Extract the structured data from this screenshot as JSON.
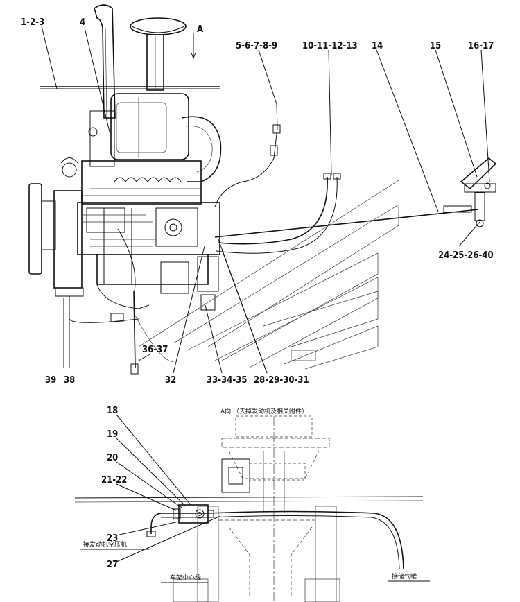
{
  "view_label": "A",
  "view_caption": "A向 （去掉发动机及相关附件）",
  "labels": {
    "l_1_2_3": "1-2-3",
    "l_4": "4",
    "l_5_9": "5-6-7-8-9",
    "l_10_13": "10-11-12-13",
    "l_14": "14",
    "l_15": "15",
    "l_16_17": "16-17",
    "l_24_40": "24-25-26-40",
    "l_39": "39",
    "l_38": "38",
    "l_36_37": "36-37",
    "l_32": "32",
    "l_33_35": "33-34-35",
    "l_28_31": "28-29-30-31",
    "l_18": "18",
    "l_19": "19",
    "l_20": "20",
    "l_21_22": "21-22",
    "l_23": "23",
    "l_27": "27"
  },
  "notes": {
    "compressor": "接发动机空压机",
    "frame_center": "车架中心线",
    "reservoir": "接储气罐"
  }
}
